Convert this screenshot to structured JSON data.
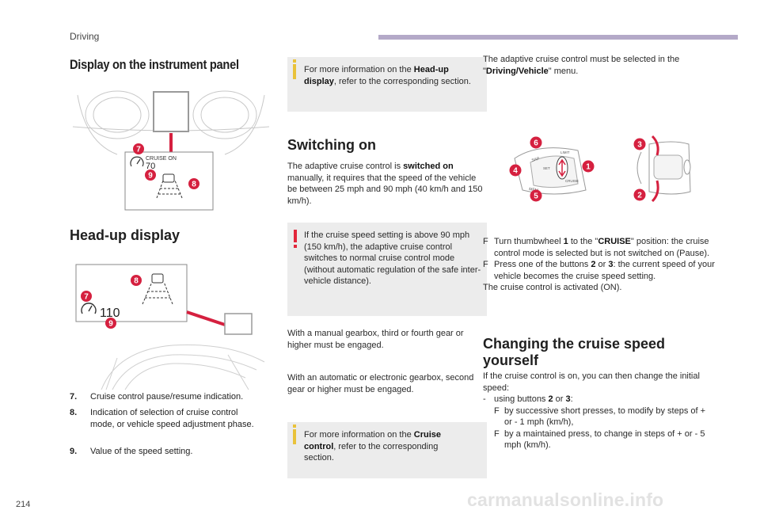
{
  "header": {
    "section": "Driving",
    "page_number": "214",
    "accent_color": "#b4a9c8"
  },
  "left": {
    "title_display": "Display on the instrument panel",
    "title_hud": "Head-up display",
    "cluster_screen": {
      "mode": "CRUISE ON",
      "speed": "70"
    },
    "hud_screen": {
      "speed": "110"
    },
    "callouts": {
      "a": "7",
      "b": "8",
      "c": "9"
    },
    "legend": [
      {
        "num": "7.",
        "text": "Cruise control pause/resume indication."
      },
      {
        "num": "8.",
        "text": "Indication of selection of cruise control mode, or vehicle speed adjustment phase."
      },
      {
        "num": "9.",
        "text": "Value of the speed setting."
      }
    ]
  },
  "middle": {
    "info1": {
      "pre": "For more information on the ",
      "bold": "Head-up display",
      "post": ", refer to the corresponding section."
    },
    "title_switch": "Switching on",
    "p1": {
      "pre": "The adaptive cruise control is ",
      "bold": "switched on",
      "post": " manually, it requires that the speed of the vehicle be between 25 mph and 90 mph (40 km/h and 150 km/h)."
    },
    "warning": "If the cruise speed setting is above 90 mph (150 km/h), the adaptive cruise control switches to normal cruise control mode (without automatic regulation of the safe inter-vehicle distance).",
    "p2": "With a manual gearbox, third or fourth gear or higher must be engaged.",
    "p3": "With an automatic or electronic gearbox, second gear or higher must be engaged.",
    "info2": {
      "pre": "For more information on the ",
      "bold": "Cruise control",
      "post": ", refer to the corresponding section."
    }
  },
  "right": {
    "intro": {
      "pre": "The adaptive cruise control must be selected in the \"",
      "bold": "Driving/Vehicle",
      "post": "\" menu."
    },
    "stalk_callouts": {
      "n1": "1",
      "n4": "4",
      "n5": "5",
      "n6": "6"
    },
    "stalk_labels": {
      "lim": "LIMIT",
      "cruise": "CRUISE",
      "mem": "MEM",
      "sap": "SAP",
      "set": "SET"
    },
    "wheel_callouts": {
      "n2": "2",
      "n3": "3"
    },
    "step1": {
      "marker": "F",
      "pre": "Turn thumbwheel ",
      "b1": "1",
      "mid": " to the \"",
      "b2": "CRUISE",
      "post": "\" position: the cruise control mode is selected but is not switched on (Pause)."
    },
    "step2": {
      "marker": "F",
      "pre": "Press one of the buttons ",
      "b1": "2",
      "mid": " or ",
      "b2": "3",
      "post": ": the current speed of your vehicle becomes the cruise speed setting."
    },
    "activated": "The cruise control is activated (ON).",
    "title_change": "Changing the cruise speed yourself",
    "change_intro": "If the cruise control is on, you can then change the initial speed:",
    "using": {
      "dash": "-",
      "pre": "using buttons ",
      "b1": "2",
      "mid": " or ",
      "b2": "3",
      "post": ":"
    },
    "sub1": {
      "marker": "F",
      "text": "by successive short presses, to modify by steps of + or - 1 mph (km/h),"
    },
    "sub2": {
      "marker": "F",
      "text": "by a maintained press, to change in steps of + or - 5 mph (km/h)."
    }
  },
  "footer": {
    "watermark": "carmanualsonline.info"
  },
  "colors": {
    "callout_red": "#d5203f",
    "info_yellow": "#e9c23a",
    "warning_red": "#e2263b",
    "box_grey": "#ececec"
  }
}
